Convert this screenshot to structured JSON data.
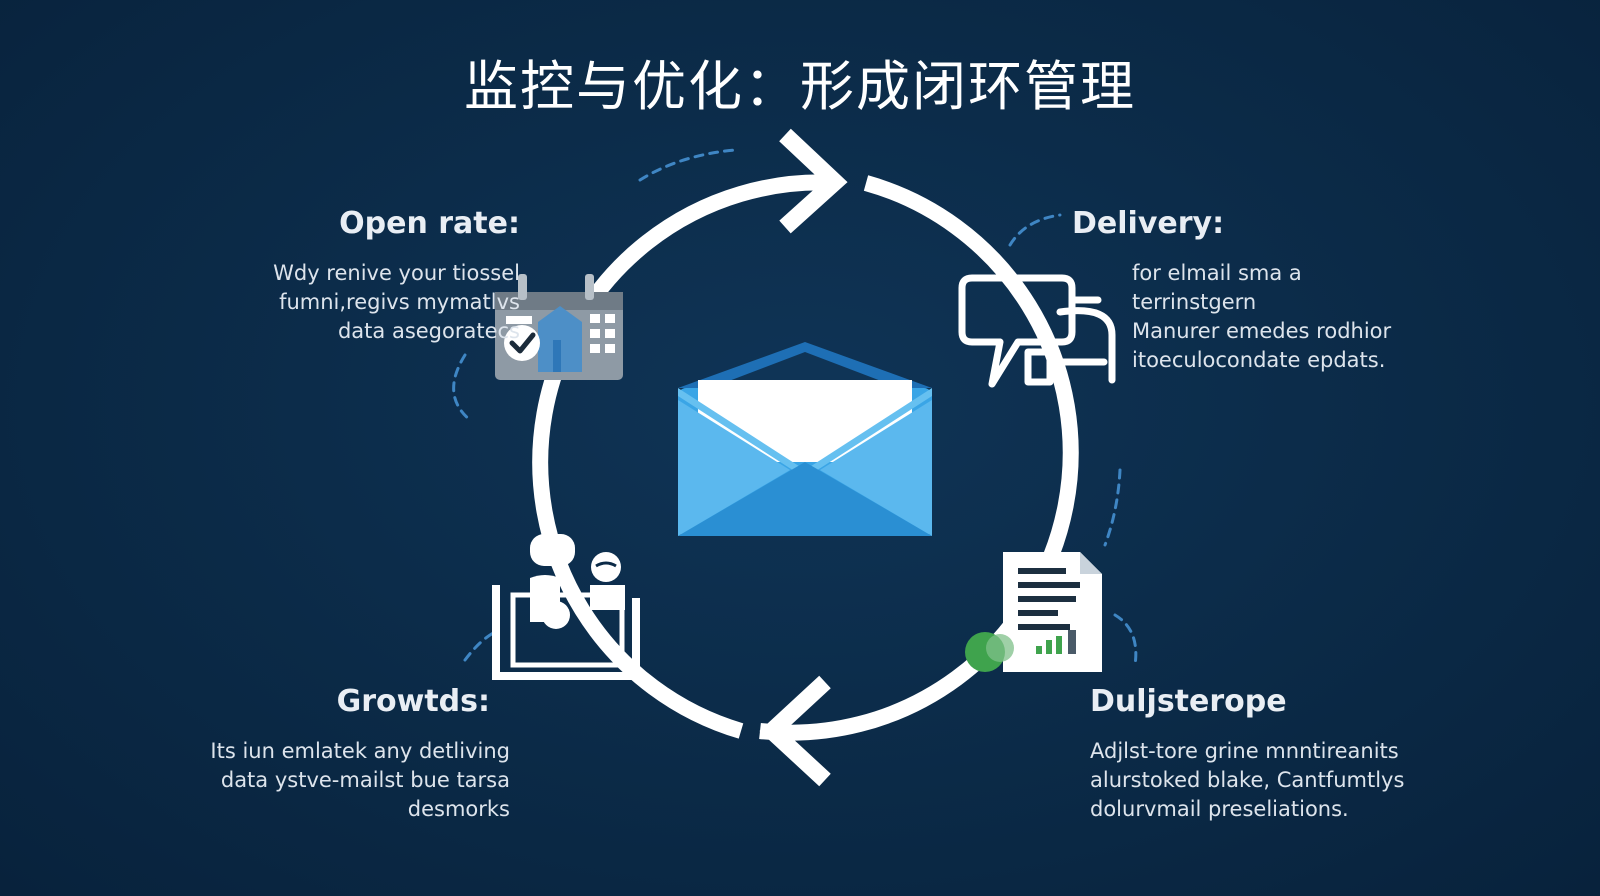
{
  "title": "监控与优化：形成闭环管理",
  "colors": {
    "background": "#0b2a47",
    "ring": "#ffffff",
    "accent_blue": "#3aa5e6",
    "accent_green": "#3fa34d",
    "icon_gray": "#8e9aa5"
  },
  "icons": {
    "center": "envelope-icon",
    "top_left": "calendar-check-icon",
    "top_right": "chat-bubble-icon",
    "bottom_left": "team-desk-icon",
    "bottom_right": "report-document-icon"
  },
  "sections": {
    "open_rate": {
      "heading": "Open rate:",
      "lines": [
        "Wdy renive your tiossel",
        "fumni,regivs mymatlvs",
        "data asegoratecs"
      ]
    },
    "delivery": {
      "heading": "Delivery:",
      "lines": [
        "for elmail sma a terrinstgern",
        "Manurer emedes rodhior",
        "itoeculocondate epdats."
      ]
    },
    "growth": {
      "heading": "Growtds:",
      "lines": [
        "Its iun emlatek any detliving",
        "data ystve-mailst bue tarsa",
        "desmorks"
      ]
    },
    "adjust": {
      "heading": "Duljsterope",
      "lines": [
        "Adjlst-tore grine mnntireanits",
        "alurstoked blake, Cantfumtlys",
        "dolurvmail preseliations."
      ]
    }
  }
}
